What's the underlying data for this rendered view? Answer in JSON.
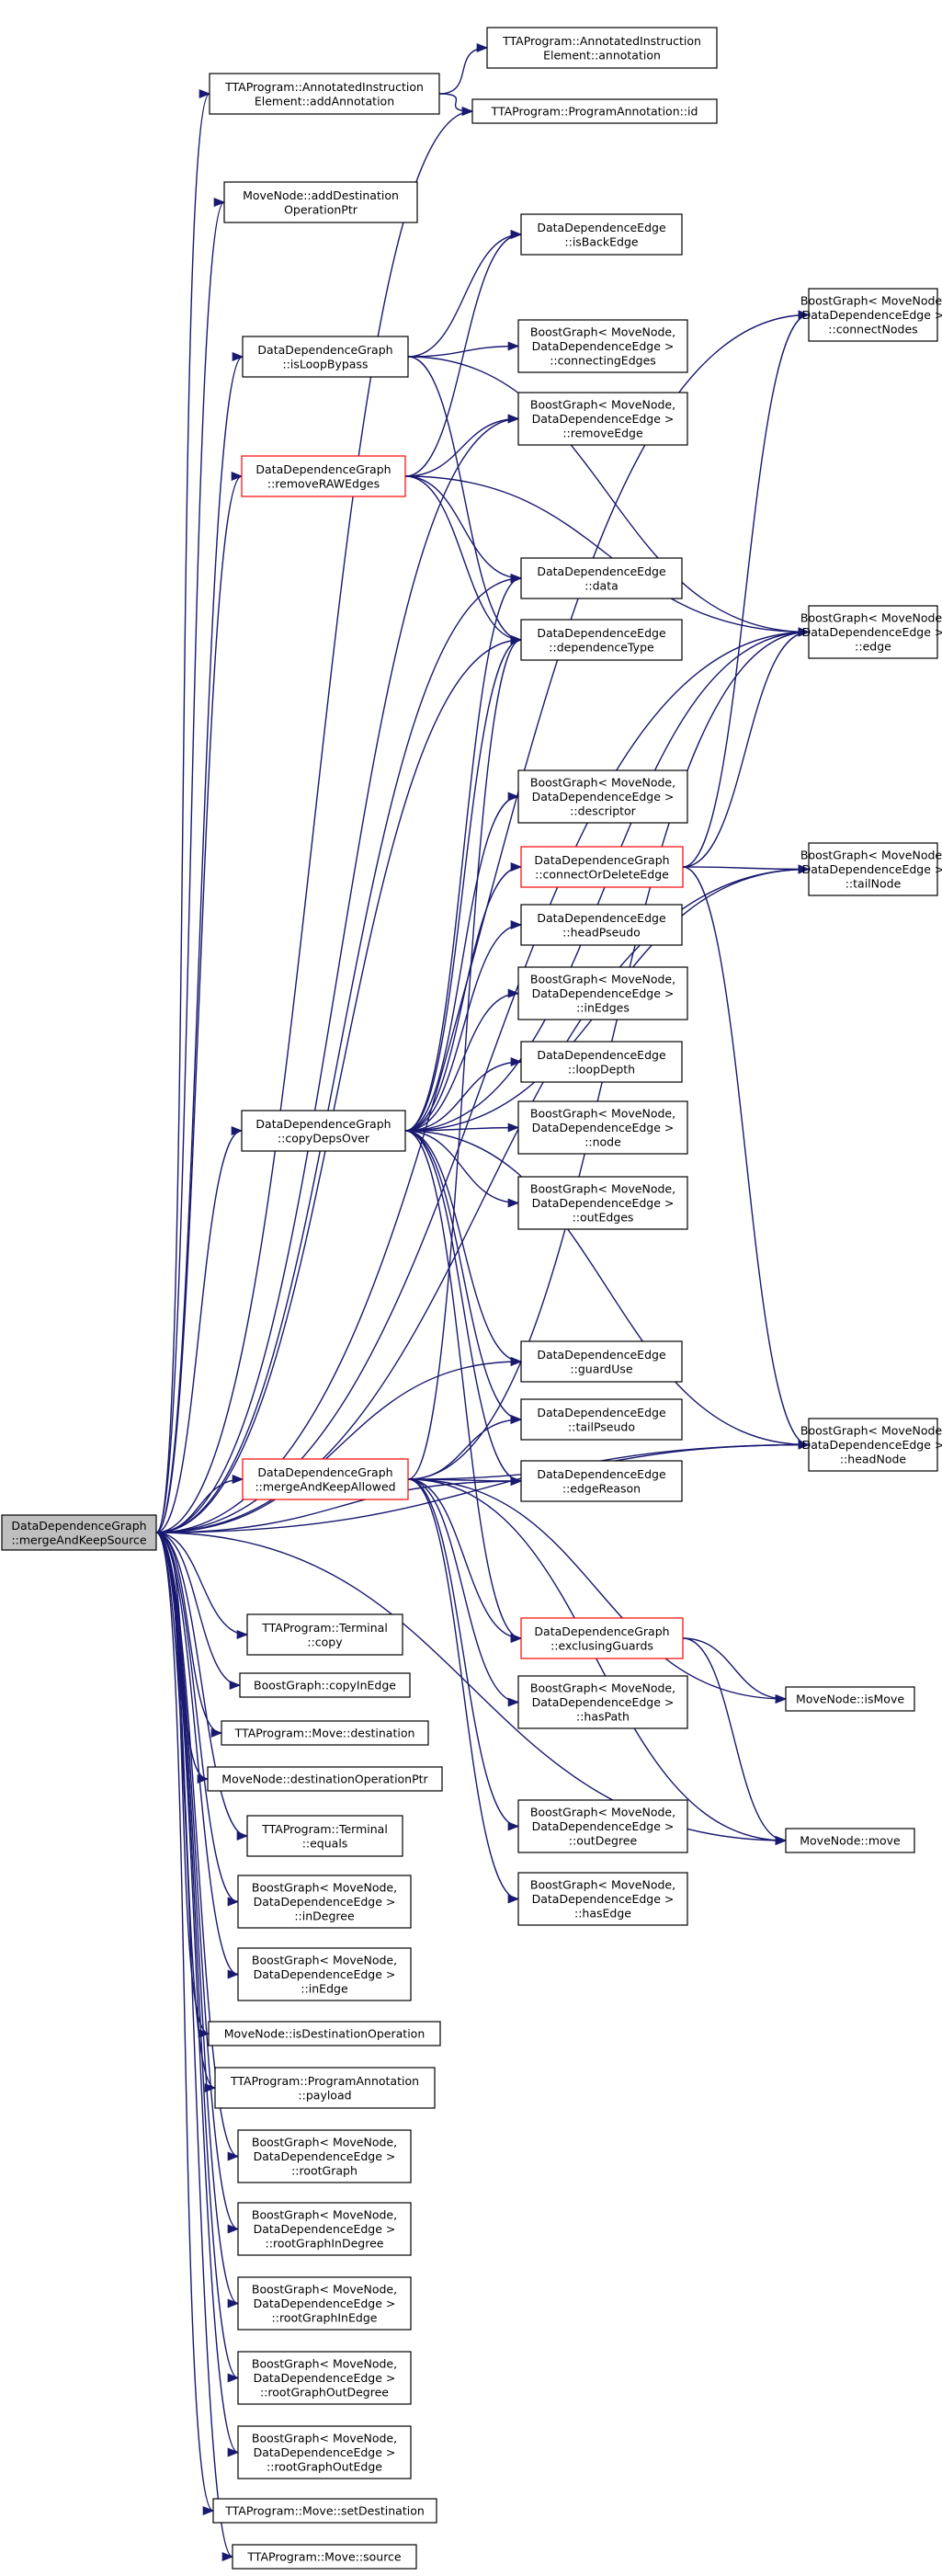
{
  "colors": {
    "edge": "#191970",
    "box_border": "#000000",
    "highlight_border": "#ff0000",
    "root_fill": "#bfbfbf",
    "box_fill": "#ffffff"
  },
  "nodes": [
    {
      "id": "root",
      "lines": [
        "DataDependenceGraph",
        "::mergeAndKeepSource"
      ],
      "kind": "root"
    },
    {
      "id": "ann_annotation",
      "lines": [
        "TTAProgram::AnnotatedInstruction",
        "Element::annotation"
      ],
      "kind": "normal"
    },
    {
      "id": "ann_add",
      "lines": [
        "TTAProgram::AnnotatedInstruction",
        "Element::addAnnotation"
      ],
      "kind": "normal"
    },
    {
      "id": "prog_ann_id",
      "lines": [
        "TTAProgram::ProgramAnnotation::id"
      ],
      "kind": "normal"
    },
    {
      "id": "mn_adddest",
      "lines": [
        "MoveNode::addDestination",
        "OperationPtr"
      ],
      "kind": "normal"
    },
    {
      "id": "dde_isback",
      "lines": [
        "DataDependenceEdge",
        "::isBackEdge"
      ],
      "kind": "normal"
    },
    {
      "id": "bg_connectnodes",
      "lines": [
        "BoostGraph< MoveNode,",
        "DataDependenceEdge >",
        "::connectNodes"
      ],
      "kind": "normal"
    },
    {
      "id": "ddg_isloop",
      "lines": [
        "DataDependenceGraph",
        "::isLoopBypass"
      ],
      "kind": "normal"
    },
    {
      "id": "bg_connectingedges",
      "lines": [
        "BoostGraph< MoveNode,",
        "DataDependenceEdge >",
        "::connectingEdges"
      ],
      "kind": "normal"
    },
    {
      "id": "bg_removeedge",
      "lines": [
        "BoostGraph< MoveNode,",
        "DataDependenceEdge >",
        "::removeEdge"
      ],
      "kind": "normal"
    },
    {
      "id": "ddg_removeraw",
      "lines": [
        "DataDependenceGraph",
        "::removeRAWEdges"
      ],
      "kind": "highlight"
    },
    {
      "id": "dde_data",
      "lines": [
        "DataDependenceEdge",
        "::data"
      ],
      "kind": "normal"
    },
    {
      "id": "bg_edge",
      "lines": [
        "BoostGraph< MoveNode,",
        "DataDependenceEdge >",
        "::edge"
      ],
      "kind": "normal"
    },
    {
      "id": "dde_deptype",
      "lines": [
        "DataDependenceEdge",
        "::dependenceType"
      ],
      "kind": "normal"
    },
    {
      "id": "bg_descriptor",
      "lines": [
        "BoostGraph< MoveNode,",
        "DataDependenceEdge >",
        "::descriptor"
      ],
      "kind": "normal"
    },
    {
      "id": "ddg_connectordelete",
      "lines": [
        "DataDependenceGraph",
        "::connectOrDeleteEdge"
      ],
      "kind": "highlight"
    },
    {
      "id": "bg_tailnode",
      "lines": [
        "BoostGraph< MoveNode,",
        "DataDependenceEdge >",
        "::tailNode"
      ],
      "kind": "normal"
    },
    {
      "id": "dde_headpseudo",
      "lines": [
        "DataDependenceEdge",
        "::headPseudo"
      ],
      "kind": "normal"
    },
    {
      "id": "bg_inedges",
      "lines": [
        "BoostGraph< MoveNode,",
        "DataDependenceEdge >",
        "::inEdges"
      ],
      "kind": "normal"
    },
    {
      "id": "dde_loopdepth",
      "lines": [
        "DataDependenceEdge",
        "::loopDepth"
      ],
      "kind": "normal"
    },
    {
      "id": "ddg_copydeps",
      "lines": [
        "DataDependenceGraph",
        "::copyDepsOver"
      ],
      "kind": "normal"
    },
    {
      "id": "bg_node",
      "lines": [
        "BoostGraph< MoveNode,",
        "DataDependenceEdge >",
        "::node"
      ],
      "kind": "normal"
    },
    {
      "id": "bg_outedges",
      "lines": [
        "BoostGraph< MoveNode,",
        "DataDependenceEdge >",
        "::outEdges"
      ],
      "kind": "normal"
    },
    {
      "id": "dde_guarduse",
      "lines": [
        "DataDependenceEdge",
        "::guardUse"
      ],
      "kind": "normal"
    },
    {
      "id": "bg_headnode",
      "lines": [
        "BoostGraph< MoveNode,",
        "DataDependenceEdge >",
        "::headNode"
      ],
      "kind": "normal"
    },
    {
      "id": "dde_tailpseudo",
      "lines": [
        "DataDependenceEdge",
        "::tailPseudo"
      ],
      "kind": "normal"
    },
    {
      "id": "ddg_mergekeep",
      "lines": [
        "DataDependenceGraph",
        "::mergeAndKeepAllowed"
      ],
      "kind": "highlight"
    },
    {
      "id": "dde_edgereason",
      "lines": [
        "DataDependenceEdge",
        "::edgeReason"
      ],
      "kind": "normal"
    },
    {
      "id": "ddg_exclguards",
      "lines": [
        "DataDependenceGraph",
        "::exclusingGuards"
      ],
      "kind": "highlight"
    },
    {
      "id": "term_copy",
      "lines": [
        "TTAProgram::Terminal",
        "::copy"
      ],
      "kind": "normal"
    },
    {
      "id": "mn_ismove",
      "lines": [
        "MoveNode::isMove"
      ],
      "kind": "normal"
    },
    {
      "id": "bg_copyinedge",
      "lines": [
        "BoostGraph::copyInEdge"
      ],
      "kind": "normal"
    },
    {
      "id": "bg_haspath",
      "lines": [
        "BoostGraph< MoveNode,",
        "DataDependenceEdge >",
        "::hasPath"
      ],
      "kind": "normal"
    },
    {
      "id": "move_dest",
      "lines": [
        "TTAProgram::Move::destination"
      ],
      "kind": "normal"
    },
    {
      "id": "mn_destop",
      "lines": [
        "MoveNode::destinationOperationPtr"
      ],
      "kind": "normal"
    },
    {
      "id": "term_equals",
      "lines": [
        "TTAProgram::Terminal",
        "::equals"
      ],
      "kind": "normal"
    },
    {
      "id": "bg_outdegree",
      "lines": [
        "BoostGraph< MoveNode,",
        "DataDependenceEdge >",
        "::outDegree"
      ],
      "kind": "normal"
    },
    {
      "id": "mn_move",
      "lines": [
        "MoveNode::move"
      ],
      "kind": "normal"
    },
    {
      "id": "bg_indegree",
      "lines": [
        "BoostGraph< MoveNode,",
        "DataDependenceEdge >",
        "::inDegree"
      ],
      "kind": "normal"
    },
    {
      "id": "bg_hasedge",
      "lines": [
        "BoostGraph< MoveNode,",
        "DataDependenceEdge >",
        "::hasEdge"
      ],
      "kind": "normal"
    },
    {
      "id": "bg_inedge",
      "lines": [
        "BoostGraph< MoveNode,",
        "DataDependenceEdge >",
        "::inEdge"
      ],
      "kind": "normal"
    },
    {
      "id": "mn_isdestop",
      "lines": [
        "MoveNode::isDestinationOperation"
      ],
      "kind": "normal"
    },
    {
      "id": "prog_ann_payload",
      "lines": [
        "TTAProgram::ProgramAnnotation",
        "::payload"
      ],
      "kind": "normal"
    },
    {
      "id": "bg_rootgraph",
      "lines": [
        "BoostGraph< MoveNode,",
        "DataDependenceEdge >",
        "::rootGraph"
      ],
      "kind": "normal"
    },
    {
      "id": "bg_rootgraphindegree",
      "lines": [
        "BoostGraph< MoveNode,",
        "DataDependenceEdge >",
        "::rootGraphInDegree"
      ],
      "kind": "normal"
    },
    {
      "id": "bg_rootgraphinedge",
      "lines": [
        "BoostGraph< MoveNode,",
        "DataDependenceEdge >",
        "::rootGraphInEdge"
      ],
      "kind": "normal"
    },
    {
      "id": "bg_rootgraphoutdegree",
      "lines": [
        "BoostGraph< MoveNode,",
        "DataDependenceEdge >",
        "::rootGraphOutDegree"
      ],
      "kind": "normal"
    },
    {
      "id": "bg_rootgraphoutedge",
      "lines": [
        "BoostGraph< MoveNode,",
        "DataDependenceEdge >",
        "::rootGraphOutEdge"
      ],
      "kind": "normal"
    },
    {
      "id": "move_setdest",
      "lines": [
        "TTAProgram::Move::setDestination"
      ],
      "kind": "normal"
    },
    {
      "id": "move_source",
      "lines": [
        "TTAProgram::Move::source"
      ],
      "kind": "normal"
    }
  ],
  "edges": [
    [
      "root",
      "ann_add"
    ],
    [
      "root",
      "prog_ann_id"
    ],
    [
      "root",
      "mn_adddest"
    ],
    [
      "root",
      "bg_connectnodes"
    ],
    [
      "root",
      "ddg_isloop"
    ],
    [
      "root",
      "bg_removeedge"
    ],
    [
      "root",
      "ddg_removeraw"
    ],
    [
      "root",
      "bg_edge"
    ],
    [
      "root",
      "dde_data"
    ],
    [
      "root",
      "dde_deptype"
    ],
    [
      "root",
      "bg_tailnode"
    ],
    [
      "root",
      "ddg_copydeps"
    ],
    [
      "root",
      "dde_guarduse"
    ],
    [
      "root",
      "bg_headnode"
    ],
    [
      "root",
      "ddg_mergekeep"
    ],
    [
      "root",
      "dde_edgereason"
    ],
    [
      "root",
      "term_copy"
    ],
    [
      "root",
      "bg_copyinedge"
    ],
    [
      "root",
      "move_dest"
    ],
    [
      "root",
      "mn_destop"
    ],
    [
      "root",
      "term_equals"
    ],
    [
      "root",
      "bg_indegree"
    ],
    [
      "root",
      "bg_inedge"
    ],
    [
      "root",
      "mn_isdestop"
    ],
    [
      "root",
      "prog_ann_payload"
    ],
    [
      "root",
      "bg_rootgraph"
    ],
    [
      "root",
      "bg_rootgraphindegree"
    ],
    [
      "root",
      "bg_rootgraphinedge"
    ],
    [
      "root",
      "bg_rootgraphoutdegree"
    ],
    [
      "root",
      "bg_rootgraphoutedge"
    ],
    [
      "root",
      "move_setdest"
    ],
    [
      "root",
      "move_source"
    ],
    [
      "root",
      "mn_move"
    ],
    [
      "ann_add",
      "ann_annotation"
    ],
    [
      "ann_add",
      "prog_ann_id"
    ],
    [
      "ddg_isloop",
      "dde_isback"
    ],
    [
      "ddg_isloop",
      "bg_connectingedges"
    ],
    [
      "ddg_isloop",
      "bg_edge"
    ],
    [
      "ddg_isloop",
      "dde_deptype"
    ],
    [
      "ddg_removeraw",
      "dde_isback"
    ],
    [
      "ddg_removeraw",
      "bg_removeedge"
    ],
    [
      "ddg_removeraw",
      "dde_data"
    ],
    [
      "ddg_removeraw",
      "dde_deptype"
    ],
    [
      "ddg_removeraw",
      "bg_edge"
    ],
    [
      "ddg_copydeps",
      "dde_data"
    ],
    [
      "ddg_copydeps",
      "dde_deptype"
    ],
    [
      "ddg_copydeps",
      "bg_edge"
    ],
    [
      "ddg_copydeps",
      "bg_descriptor"
    ],
    [
      "ddg_copydeps",
      "ddg_connectordelete"
    ],
    [
      "ddg_copydeps",
      "dde_headpseudo"
    ],
    [
      "ddg_copydeps",
      "bg_inedges"
    ],
    [
      "ddg_copydeps",
      "dde_loopdepth"
    ],
    [
      "ddg_copydeps",
      "bg_node"
    ],
    [
      "ddg_copydeps",
      "bg_outedges"
    ],
    [
      "ddg_copydeps",
      "bg_tailnode"
    ],
    [
      "ddg_copydeps",
      "dde_guarduse"
    ],
    [
      "ddg_copydeps",
      "dde_tailpseudo"
    ],
    [
      "ddg_copydeps",
      "dde_edgereason"
    ],
    [
      "ddg_copydeps",
      "bg_headnode"
    ],
    [
      "ddg_copydeps",
      "ddg_exclguards"
    ],
    [
      "ddg_connectordelete",
      "bg_connectnodes"
    ],
    [
      "ddg_connectordelete",
      "bg_edge"
    ],
    [
      "ddg_connectordelete",
      "bg_tailnode"
    ],
    [
      "ddg_connectordelete",
      "bg_headnode"
    ],
    [
      "ddg_mergekeep",
      "dde_deptype"
    ],
    [
      "ddg_mergekeep",
      "dde_tailpseudo"
    ],
    [
      "ddg_mergekeep",
      "dde_edgereason"
    ],
    [
      "ddg_mergekeep",
      "bg_headnode"
    ],
    [
      "ddg_mergekeep",
      "bg_edge"
    ],
    [
      "ddg_mergekeep",
      "ddg_exclguards"
    ],
    [
      "ddg_mergekeep",
      "bg_haspath"
    ],
    [
      "ddg_mergekeep",
      "mn_ismove"
    ],
    [
      "ddg_mergekeep",
      "bg_outdegree"
    ],
    [
      "ddg_mergekeep",
      "bg_hasedge"
    ],
    [
      "ddg_mergekeep",
      "mn_move"
    ],
    [
      "ddg_exclguards",
      "mn_ismove"
    ],
    [
      "ddg_exclguards",
      "mn_move"
    ]
  ]
}
